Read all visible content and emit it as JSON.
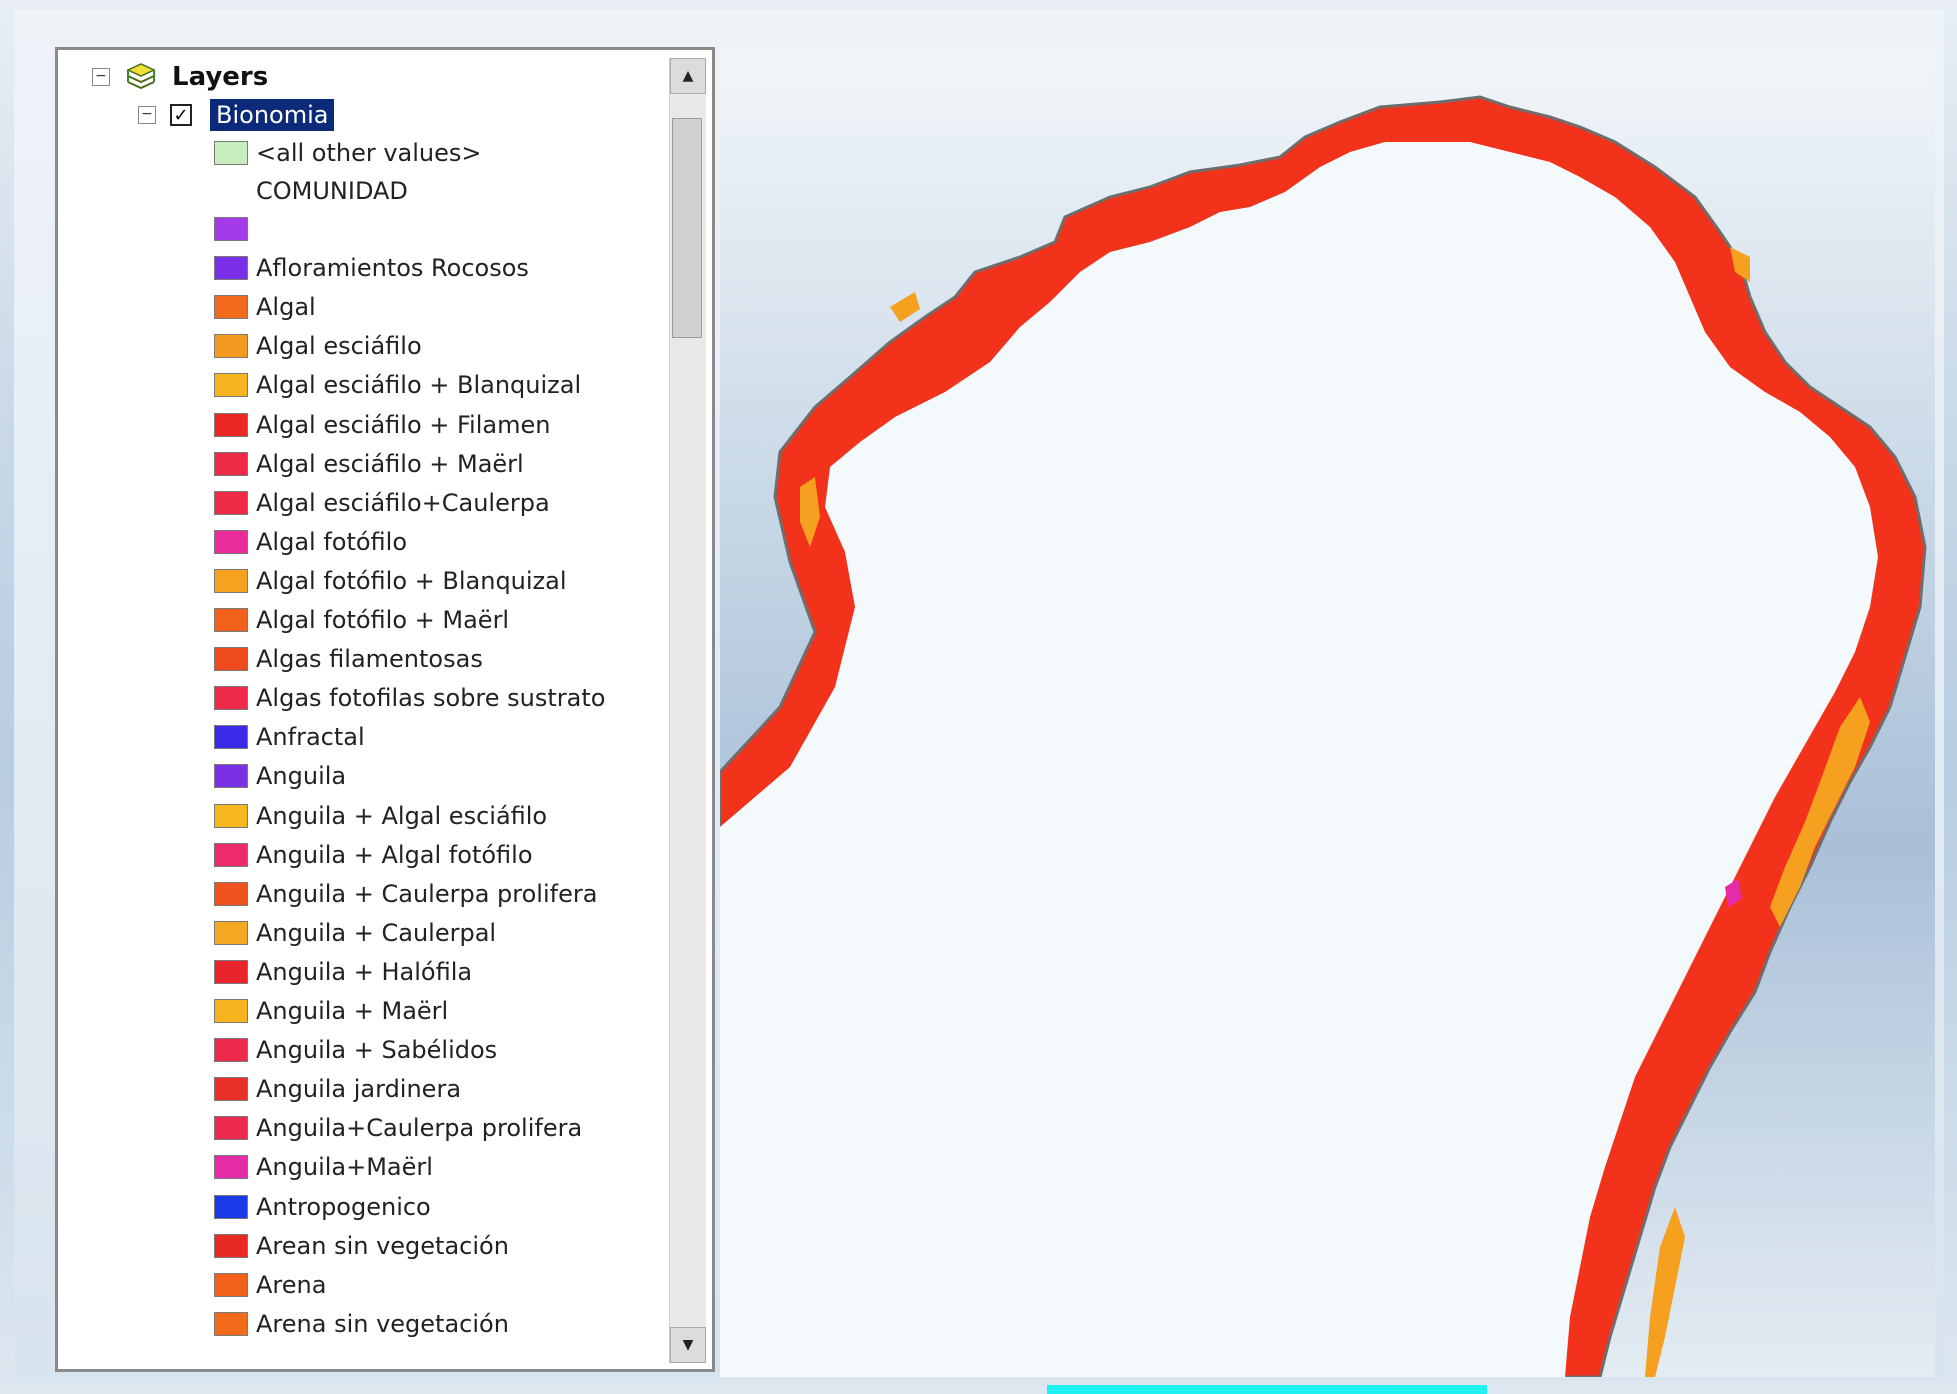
{
  "toc": {
    "root_label": "Layers",
    "layer_name": "Bionomia",
    "layer_checked": true,
    "other_values_label": "<all other values>",
    "field_header": "COMUNIDAD",
    "items": [
      {
        "label": "",
        "color": "#a43be8"
      },
      {
        "label": "Afloramientos Rocosos",
        "color": "#7a2fe8"
      },
      {
        "label": "Algal",
        "color": "#f26a1b"
      },
      {
        "label": "Algal esciáfilo",
        "color": "#f59a20"
      },
      {
        "label": "Algal esciáfilo + Blanquizal",
        "color": "#f5b51e"
      },
      {
        "label": "Algal esciáfilo + Filamen",
        "color": "#ea2a22"
      },
      {
        "label": "Algal esciáfilo + Maërl",
        "color": "#ef2a45"
      },
      {
        "label": "Algal esciáfilo+Caulerpa",
        "color": "#ee2a44"
      },
      {
        "label": "Algal fotófilo",
        "color": "#ea2c9a"
      },
      {
        "label": "Algal fotófilo + Blanquizal",
        "color": "#f5a21e"
      },
      {
        "label": "Algal fotófilo + Maërl",
        "color": "#f2621c"
      },
      {
        "label": "Algas filamentosas",
        "color": "#ef4a1d"
      },
      {
        "label": "Algas fotofilas sobre sustrato",
        "color": "#ee2a48"
      },
      {
        "label": "Anfractal",
        "color": "#3a2ae8"
      },
      {
        "label": "Anguila",
        "color": "#7a31e6"
      },
      {
        "label": "Anguila + Algal esciáfilo",
        "color": "#f6b81e"
      },
      {
        "label": "Anguila + Algal fotófilo",
        "color": "#ee2a6e"
      },
      {
        "label": "Anguila + Caulerpa prolifera",
        "color": "#f0521d"
      },
      {
        "label": "Anguila + Caulerpal",
        "color": "#f5a821"
      },
      {
        "label": "Anguila + Halófila",
        "color": "#e9242a"
      },
      {
        "label": "Anguila + Maërl",
        "color": "#f5b41d"
      },
      {
        "label": "Anguila + Sabélidos",
        "color": "#ee2a4c"
      },
      {
        "label": "Anguila jardinera",
        "color": "#e9302a"
      },
      {
        "label": "Anguila+Caulerpa prolifera",
        "color": "#ee2a50"
      },
      {
        "label": "Anguila+Maërl",
        "color": "#e42ca8"
      },
      {
        "label": "Antropogenico",
        "color": "#1a3ae8"
      },
      {
        "label": "Arean sin vegetación",
        "color": "#e92a24"
      },
      {
        "label": "Arena",
        "color": "#f2621b"
      },
      {
        "label": "Arena sin vegetación",
        "color": "#f26b1b"
      }
    ],
    "other_values_color": "#c8eec0",
    "scroll_up": "▲",
    "scroll_down": "▼"
  },
  "map": {
    "land_color": "#f4f9fb",
    "coast_primary_color": "#f2321b",
    "coast_secondary_color": "#f5a01e",
    "coast_edge_color": "#6e6e6e"
  }
}
